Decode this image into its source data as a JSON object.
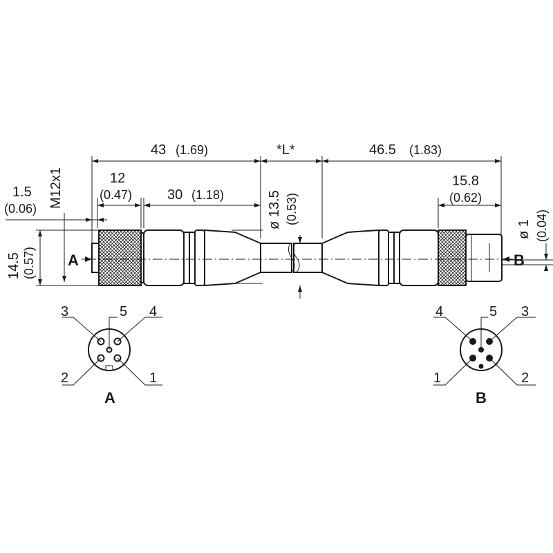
{
  "dimensions": {
    "d43": "43",
    "d43_in": "(1.69)",
    "dL": "*L*",
    "d46_5": "46.5",
    "d46_5_in": "(1.83)",
    "d12": "12",
    "d12_in": "(0.47)",
    "d30": "30",
    "d30_in": "(1.18)",
    "d15_8": "15.8",
    "d15_8_in": "(0.62)",
    "d1_5": "1.5",
    "d1_5_in": "(0.06)",
    "thread": "M12x1",
    "d14_5": "14.5",
    "d14_5_in": "(0.57)",
    "dia13_5": "ø 13.5",
    "dia13_5_in": "(0.53)",
    "dia1": "ø 1",
    "dia1_in": "(0.04)"
  },
  "connector_labels": {
    "a": "A",
    "b": "B"
  },
  "pinout_a": {
    "p1": "1",
    "p2": "2",
    "p3": "3",
    "p4": "4",
    "p5": "5",
    "label": "A"
  },
  "pinout_b": {
    "p1": "1",
    "p2": "2",
    "p3": "3",
    "p4": "4",
    "p5": "5",
    "label": "B"
  }
}
